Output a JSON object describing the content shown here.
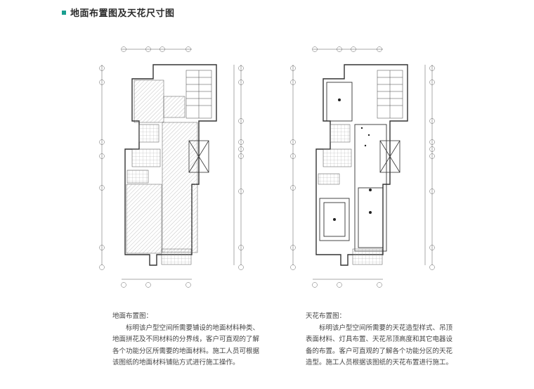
{
  "header": {
    "title": "地面布置图及天花尺寸图",
    "accent_color": "#1a9e8f"
  },
  "floor_description": {
    "title": "地面布置图：",
    "body": "标明该户型空间所需要铺设的地面材料种类、地面拼花及不同材料的分界线，客户可直观的了解各个功能分区所需要的地面材料。施工人员可根据该图纸的地面材料铺贴方式进行施工操作。"
  },
  "ceiling_description": {
    "title": "天花布置图：",
    "body": "标明该户型空间所需要的天花造型样式、吊顶表面材料、灯具布置、天花吊顶高度和其它电器设备的布置。客户可直观的了解各个功能分区的天花造型。施工人员根据该图纸的天花布置进行施工。"
  },
  "icons": {
    "floor_plan": "floor-plan-drawing",
    "ceiling_plan": "ceiling-plan-drawing"
  }
}
